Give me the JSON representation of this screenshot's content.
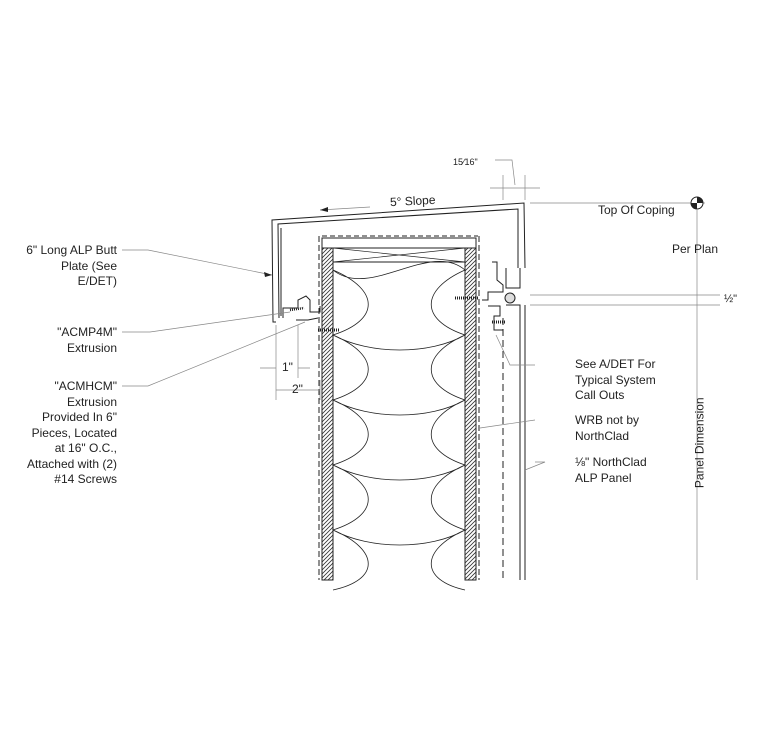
{
  "drawing": {
    "left_callouts": [
      {
        "lines": [
          "6\" Long ALP Butt",
          "Plate (See",
          "E/DET)"
        ]
      },
      {
        "lines": [
          "\"ACMP4M\"",
          "Extrusion"
        ]
      },
      {
        "lines": [
          "\"ACMHCM\"",
          "Extrusion",
          "Provided In 6\"",
          "Pieces, Located",
          "at 16\" O.C.,",
          "Attached with (2)",
          "#14 Screws"
        ]
      }
    ],
    "right_callouts": [
      {
        "lines": [
          "See A/DET For",
          "Typical System",
          "Call Outs"
        ]
      },
      {
        "lines": [
          "WRB not by",
          "NorthClad"
        ]
      },
      {
        "lines": [
          "⅛\" NorthClad",
          "ALP Panel"
        ]
      }
    ],
    "slope_label": "5° Slope",
    "top_of_coping": "Top Of Coping",
    "per_plan": "Per Plan",
    "half_inch": "½\"",
    "fifteen_sixteenths": "15⁄16\"",
    "panel_dimension": "Panel Dimension",
    "dim_1in": "1\"",
    "dim_2in": "2\""
  }
}
